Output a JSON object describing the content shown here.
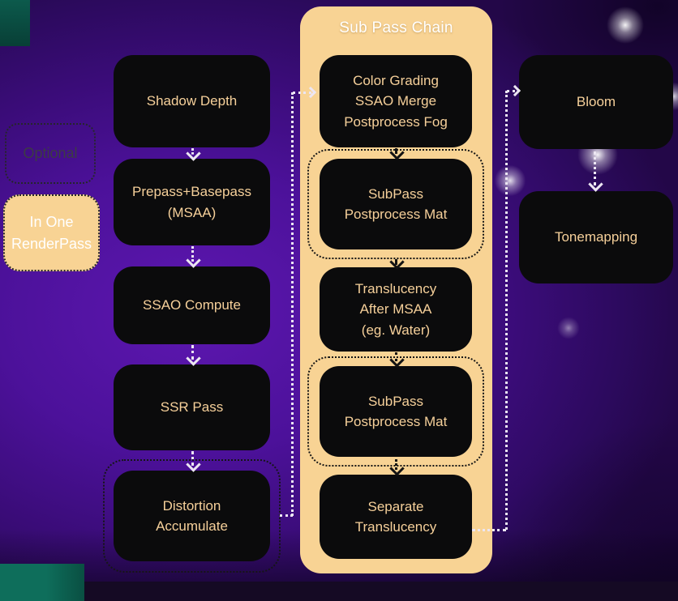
{
  "colors": {
    "background_purple": "#4c119a",
    "panel_cream": "#f8d394",
    "node_background": "#0b0b0c",
    "node_text": "#f6d09a",
    "panel_title_text": "#ffffff",
    "optional_label_text": "#3c3c44",
    "renderpass_label_text": "#ffffff",
    "arrow_light": "#ece6f2",
    "arrow_dark": "#131313",
    "corner_teal": "#0e6e5b"
  },
  "legend": {
    "optional": "Optional",
    "in_one_renderpass": "In One\nRenderPass"
  },
  "left_column": [
    {
      "label": "Shadow Depth",
      "optional": false
    },
    {
      "label": "Prepass+Basepass\n(MSAA)",
      "optional": false
    },
    {
      "label": "SSAO Compute",
      "optional": false
    },
    {
      "label": "SSR Pass",
      "optional": false
    },
    {
      "label": "Distortion\nAccumulate",
      "optional": true
    }
  ],
  "sub_pass_chain": {
    "title": "Sub Pass Chain",
    "boxes": [
      {
        "label": "Color Grading\nSSAO Merge\nPostprocess Fog",
        "optional": false
      },
      {
        "label": "SubPass\nPostprocess Mat",
        "optional": true
      },
      {
        "label": "Translucency\nAfter MSAA\n(eg. Water)",
        "optional": false
      },
      {
        "label": "SubPass\nPostprocess Mat",
        "optional": true
      },
      {
        "label": "Separate\nTranslucency",
        "optional": false
      }
    ]
  },
  "right_column": [
    {
      "label": "Bloom",
      "optional": false
    },
    {
      "label": "Tonemapping",
      "optional": false
    }
  ]
}
